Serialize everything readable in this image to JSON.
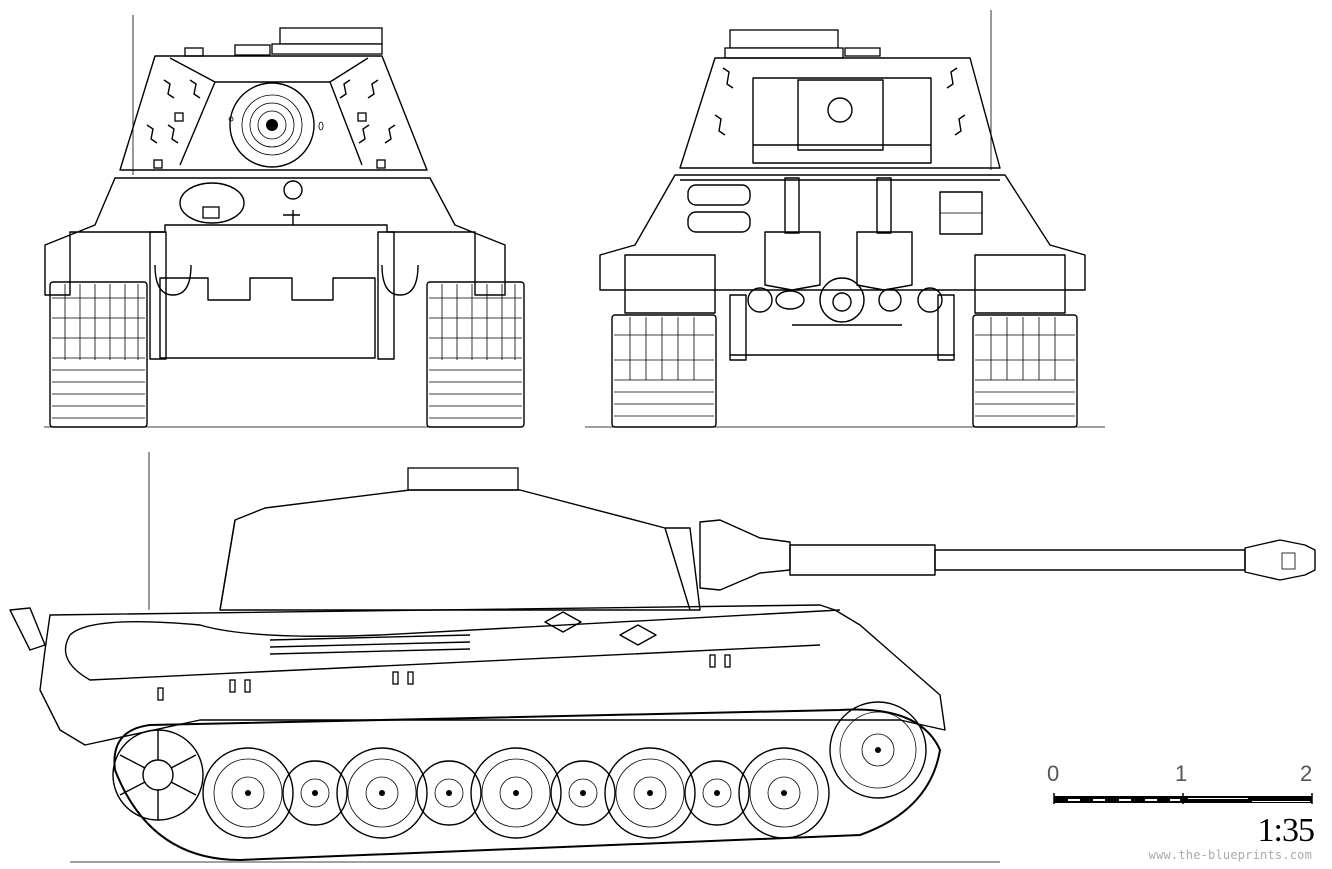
{
  "drawing": {
    "subject": "Heavy tank technical blueprint",
    "views": [
      {
        "id": "front",
        "label": "Front view"
      },
      {
        "id": "rear",
        "label": "Rear view"
      },
      {
        "id": "side",
        "label": "Left side view"
      }
    ],
    "road_wheels_visible": 9,
    "line_color": "#000000",
    "background": "#ffffff"
  },
  "scale_bar": {
    "ticks": [
      "0",
      "1",
      "2"
    ],
    "unit_segments": 2,
    "subdivisions_first_unit": 10,
    "label_color": "#555555"
  },
  "scale_ratio": "1:35",
  "watermark": "www.the-blueprints.com"
}
